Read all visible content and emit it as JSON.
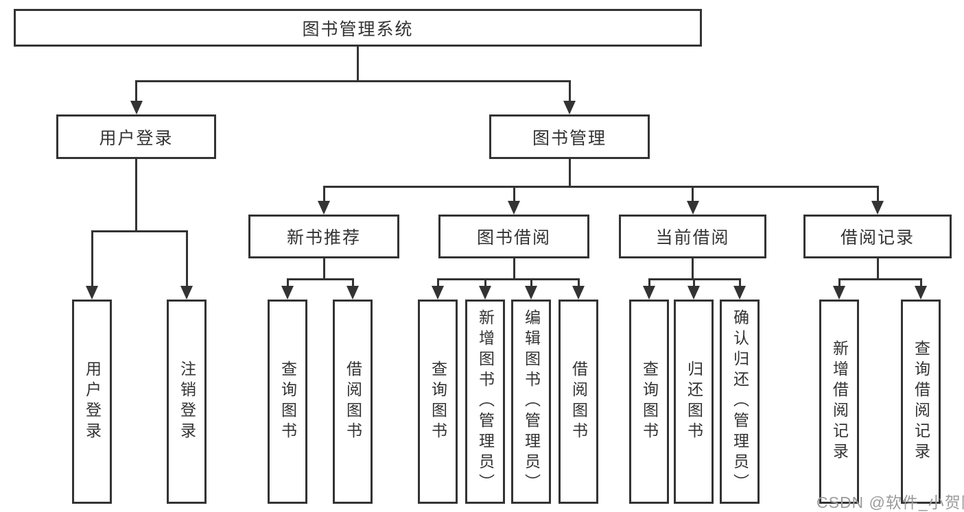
{
  "diagram": {
    "title": "图书管理系统",
    "branches": [
      {
        "label": "用户登录",
        "children": [
          {
            "label": "用户登录"
          },
          {
            "label": "注销登录"
          }
        ]
      },
      {
        "label": "图书管理",
        "children": [
          {
            "label": "新书推荐",
            "children": [
              {
                "label": "查询图书"
              },
              {
                "label": "借阅图书"
              }
            ]
          },
          {
            "label": "图书借阅",
            "children": [
              {
                "label": "查询图书"
              },
              {
                "label": "新增图书（管理员）"
              },
              {
                "label": "编辑图书（管理员）"
              },
              {
                "label": "借阅图书"
              }
            ]
          },
          {
            "label": "当前借阅",
            "children": [
              {
                "label": "查询图书"
              },
              {
                "label": "归还图书"
              },
              {
                "label": "确认归还（管理员）"
              }
            ]
          },
          {
            "label": "借阅记录",
            "children": [
              {
                "label": "新增借阅记录"
              },
              {
                "label": "查询借阅记录"
              }
            ]
          }
        ]
      }
    ],
    "watermark": "CSDN @软件_小贺同学"
  },
  "colors": {
    "line": "#333333",
    "box_border": "#333333",
    "text": "#333333",
    "watermark": "#9b9b9b",
    "background": "#ffffff"
  }
}
